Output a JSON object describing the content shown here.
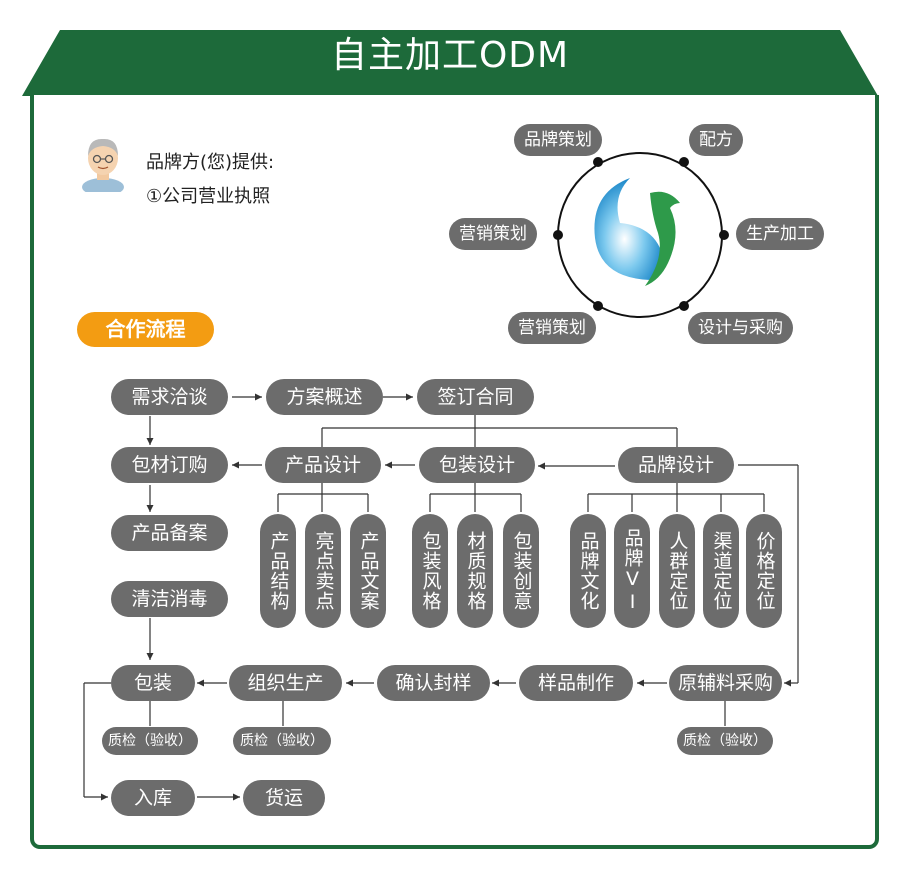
{
  "title": "自主加工ODM",
  "provider": {
    "line1": "品牌方(您)提供:",
    "line2": "①公司营业执照"
  },
  "ring": {
    "top_left": "品牌策划",
    "top_right": "配方",
    "right": "生产加工",
    "bottom_right": "设计与采购",
    "bottom_left": "营销策划",
    "left": "营销策划"
  },
  "section_label": "合作流程",
  "flow": {
    "row1": [
      "需求洽谈",
      "方案概述",
      "签订合同"
    ],
    "row2": [
      "包材订购",
      "产品设计",
      "包装设计",
      "品牌设计"
    ],
    "left_col": [
      "产品备案",
      "清洁消毒"
    ],
    "product_design_items": [
      "产品结构",
      "亮点卖点",
      "产品文案"
    ],
    "package_design_items": [
      "包装风格",
      "材质规格",
      "包装创意"
    ],
    "brand_design_items": [
      "品牌文化",
      "品牌VI",
      "人群定位",
      "渠道定位",
      "价格定位"
    ],
    "row3": [
      "包装",
      "组织生产",
      "确认封样",
      "样品制作",
      "原辅料采购"
    ],
    "qc_label": "质检（验收）",
    "row4": [
      "入库",
      "货运"
    ]
  },
  "colors": {
    "brand_green": "#1d6a3a",
    "pill_gray": "#6c6c6c",
    "accent_orange": "#f39c12"
  }
}
